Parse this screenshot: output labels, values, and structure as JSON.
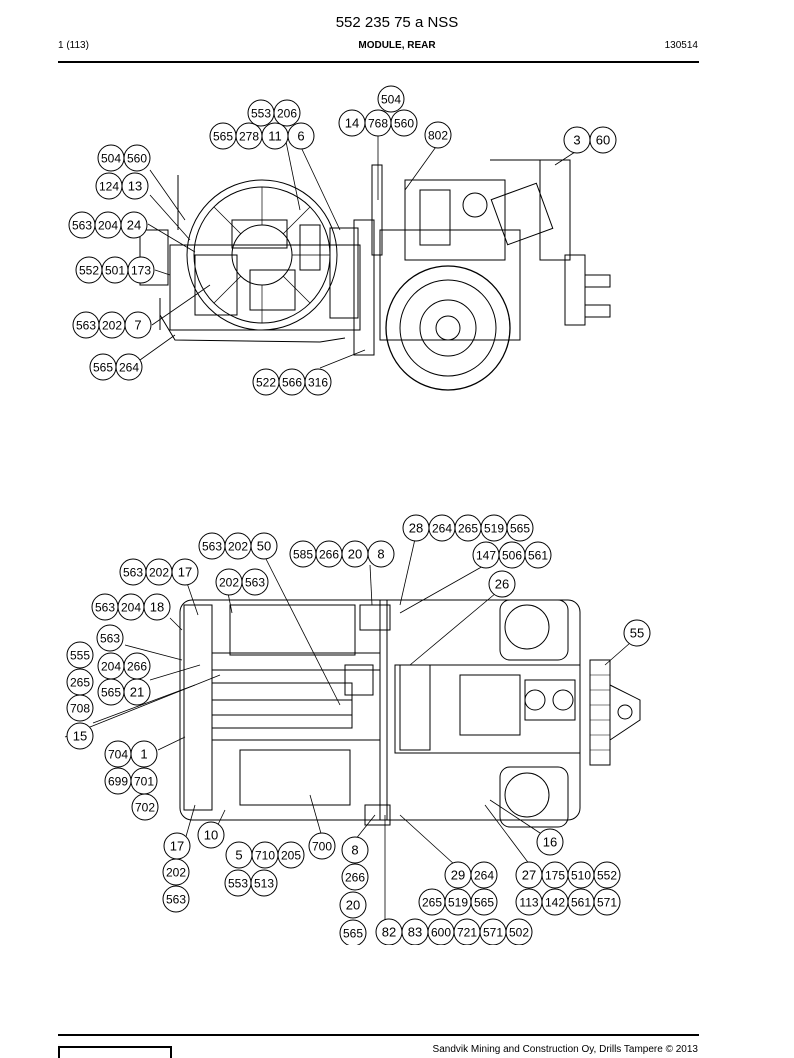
{
  "header": {
    "doc_number": "552 235 75 a NSS",
    "page": "1 (113)",
    "title": "MODULE, REAR",
    "date": "130514"
  },
  "footer": {
    "copyright": "Sandvik Mining and Construction Oy, Drills Tampere © 2013"
  },
  "diagram_side": {
    "callout_groups": [
      {
        "id": "s1",
        "labels": [
          "504"
        ]
      },
      {
        "id": "s2",
        "labels": [
          "553",
          "206"
        ]
      },
      {
        "id": "s3",
        "labels": [
          "14",
          "768",
          "560"
        ]
      },
      {
        "id": "s4",
        "labels": [
          "565",
          "278",
          "11",
          "6"
        ]
      },
      {
        "id": "s5",
        "labels": [
          "802"
        ]
      },
      {
        "id": "s6",
        "labels": [
          "3",
          "60"
        ]
      },
      {
        "id": "s7",
        "labels": [
          "504",
          "560"
        ]
      },
      {
        "id": "s8",
        "labels": [
          "124",
          "13"
        ]
      },
      {
        "id": "s9",
        "labels": [
          "563",
          "204",
          "24"
        ]
      },
      {
        "id": "s10",
        "labels": [
          "552",
          "501",
          "173"
        ]
      },
      {
        "id": "s11",
        "labels": [
          "563",
          "202",
          "7"
        ]
      },
      {
        "id": "s12",
        "labels": [
          "565",
          "264"
        ]
      },
      {
        "id": "s13",
        "labels": [
          "522",
          "566",
          "316"
        ]
      }
    ]
  },
  "diagram_top": {
    "callout_groups": [
      {
        "id": "t1",
        "labels": [
          "28",
          "264",
          "265",
          "519",
          "565"
        ]
      },
      {
        "id": "t2",
        "labels": [
          "563",
          "202",
          "50"
        ]
      },
      {
        "id": "t3",
        "labels": [
          "585",
          "266",
          "20",
          "8"
        ]
      },
      {
        "id": "t4",
        "labels": [
          "147",
          "506",
          "561"
        ]
      },
      {
        "id": "t5",
        "labels": [
          "563",
          "202",
          "17"
        ]
      },
      {
        "id": "t6",
        "labels": [
          "202",
          "563"
        ]
      },
      {
        "id": "t7",
        "labels": [
          "26"
        ]
      },
      {
        "id": "t8",
        "labels": [
          "563",
          "204",
          "18"
        ]
      },
      {
        "id": "t9",
        "labels": [
          "55"
        ]
      },
      {
        "id": "t10",
        "labels": [
          "563"
        ]
      },
      {
        "id": "t11",
        "labels": [
          "555"
        ]
      },
      {
        "id": "t12",
        "labels": [
          "204",
          "266"
        ]
      },
      {
        "id": "t13",
        "labels": [
          "265"
        ]
      },
      {
        "id": "t14",
        "labels": [
          "565",
          "21"
        ]
      },
      {
        "id": "t15",
        "labels": [
          "708"
        ]
      },
      {
        "id": "t16",
        "labels": [
          "15"
        ]
      },
      {
        "id": "t17",
        "labels": [
          "704",
          "1"
        ]
      },
      {
        "id": "t18",
        "labels": [
          "699",
          "701"
        ]
      },
      {
        "id": "t19",
        "labels": [
          "702"
        ]
      },
      {
        "id": "t20",
        "labels": [
          "10"
        ]
      },
      {
        "id": "t21",
        "labels": [
          "17"
        ]
      },
      {
        "id": "t22",
        "labels": [
          "202"
        ]
      },
      {
        "id": "t23",
        "labels": [
          "563"
        ]
      },
      {
        "id": "t24",
        "labels": [
          "5",
          "710",
          "205"
        ]
      },
      {
        "id": "t25",
        "labels": [
          "553",
          "513"
        ]
      },
      {
        "id": "t26",
        "labels": [
          "700"
        ]
      },
      {
        "id": "t27",
        "labels": [
          "8"
        ]
      },
      {
        "id": "t28",
        "labels": [
          "266"
        ]
      },
      {
        "id": "t29",
        "labels": [
          "20"
        ]
      },
      {
        "id": "t30",
        "labels": [
          "565"
        ]
      },
      {
        "id": "t31",
        "labels": [
          "16"
        ]
      },
      {
        "id": "t32",
        "labels": [
          "29",
          "264"
        ]
      },
      {
        "id": "t33",
        "labels": [
          "27",
          "175",
          "510",
          "552"
        ]
      },
      {
        "id": "t34",
        "labels": [
          "265",
          "519",
          "565"
        ]
      },
      {
        "id": "t35",
        "labels": [
          "113",
          "142",
          "561",
          "571"
        ]
      },
      {
        "id": "t36",
        "labels": [
          "82",
          "83",
          "600",
          "721",
          "571",
          "502"
        ]
      }
    ]
  }
}
